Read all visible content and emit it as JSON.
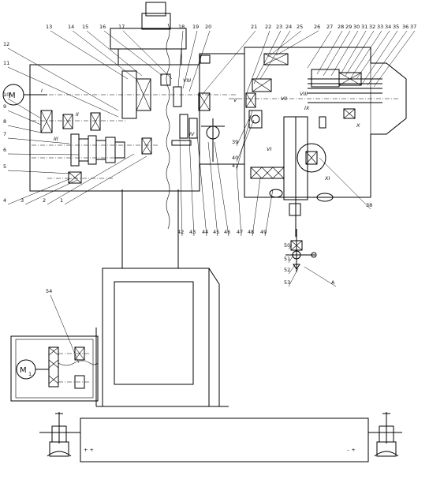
{
  "motors": {
    "main": "M",
    "feed": "M",
    "feed_sub": "1"
  },
  "callouts_left": [
    "12",
    "11",
    "10",
    "9",
    "8",
    "7",
    "6",
    "5",
    "4",
    "3",
    "2",
    "1"
  ],
  "callouts_top": [
    "13",
    "14",
    "15",
    "16",
    "17",
    "18",
    "19",
    "20",
    "21",
    "22",
    "23",
    "24",
    "25",
    "26",
    "27",
    "28",
    "29",
    "30",
    "31",
    "32",
    "33",
    "34",
    "35",
    "36",
    "37"
  ],
  "callouts_bottom": [
    "42",
    "43",
    "44",
    "45",
    "46",
    "47",
    "48",
    "49"
  ],
  "callouts_right": [
    "38",
    "39",
    "40",
    "41",
    "50",
    "51",
    "52",
    "53",
    "A",
    "54"
  ],
  "shaft_labels": [
    "I",
    "II",
    "III",
    "IV",
    "V",
    "VI",
    "VII",
    "VIII",
    "VIII",
    "IX",
    "X",
    "XI"
  ],
  "table_marks": {
    "left": "+ +",
    "right": "– +"
  }
}
